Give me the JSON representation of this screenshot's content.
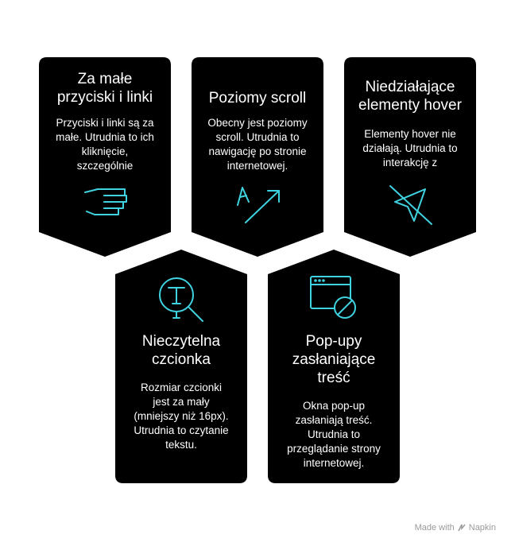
{
  "cards": [
    {
      "title": "Za małe\nprzyciski i linki",
      "description": "Przyciski i linki są za\nmałe. Utrudnia to ich\nkliknięcie,\nszczególnie",
      "icon": "pointing-hand-icon"
    },
    {
      "title": "Poziomy scroll",
      "description": "Obecny jest poziomy\nscroll. Utrudnia to\nnawigację po stronie\ninternetowej.",
      "icon": "diagonal-arrow-text-icon"
    },
    {
      "title": "Niedziałające\nelementy hover",
      "description": "Elementy hover nie\ndziałają. Utrudnia to\ninterakcję z",
      "icon": "crossed-cursor-icon"
    },
    {
      "title": "Nieczytelna\nczcionka",
      "description": "Rozmiar czcionki\njest za mały\n(mniejszy niż 16px).\nUtrudnia to czytanie\ntekstu.",
      "icon": "magnified-text-icon"
    },
    {
      "title": "Pop-upy\nzasłaniające\ntreść",
      "description": "Okna pop-up\nzasłaniają treść.\nUtrudnia to\nprzeglądanie strony\ninternetowej.",
      "icon": "blocked-window-icon"
    }
  ],
  "footer": {
    "made_with": "Made with",
    "brand": "Napkin"
  },
  "colors": {
    "card_bg": "#000000",
    "icon": "#3fd2e0",
    "text": "#ffffff",
    "footer": "#9a9a9a"
  }
}
